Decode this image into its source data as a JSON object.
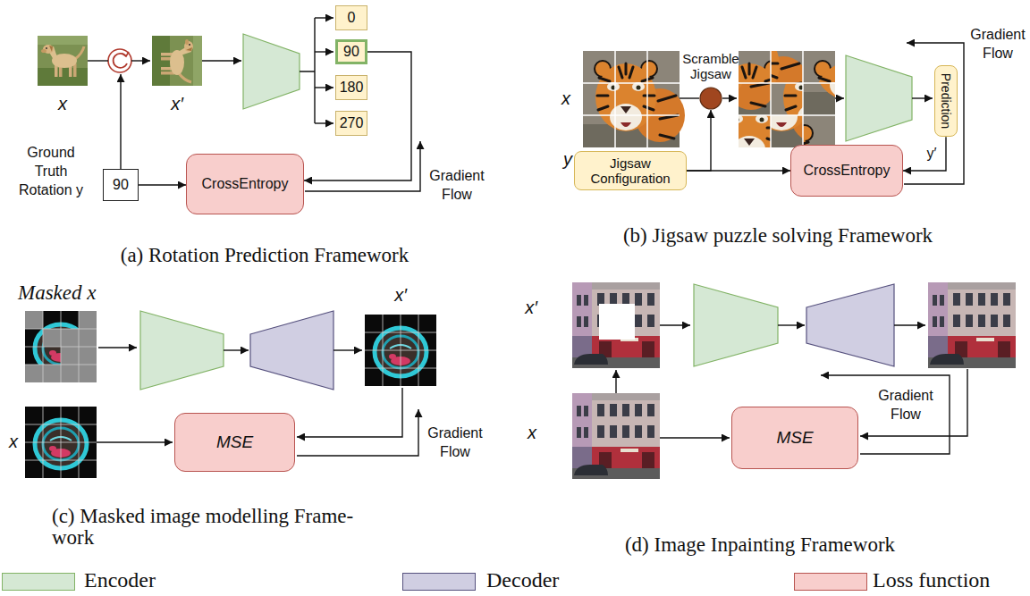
{
  "diagram": {
    "nodes": [
      {
        "text": [
          "0"
        ]
      },
      {
        "text": [
          "90"
        ]
      },
      {
        "text": [
          "180"
        ]
      },
      {
        "text": [
          "270"
        ]
      },
      {
        "text": [
          "90"
        ]
      },
      {
        "text": [
          "CrossEntropy"
        ]
      },
      {
        "text": [
          "Scramble Jigsaw"
        ]
      },
      {
        "text": [
          "Prediction"
        ]
      },
      {
        "text": [
          "Jigsaw Configuration"
        ]
      },
      {
        "text": [
          "CrossEntropy"
        ]
      },
      {
        "text": [
          "MSE"
        ]
      },
      {
        "text": [
          "MSE"
        ]
      }
    ],
    "edges": [
      {
        "from": 1,
        "to": 5,
        "arrow": "to"
      },
      {
        "from": 4,
        "to": 5,
        "arrow": "to"
      },
      {
        "from": 8,
        "to": 6,
        "arrow": "to"
      },
      {
        "from": 8,
        "to": 9,
        "arrow": "to"
      },
      {
        "from": 7,
        "to": 9,
        "label": "y′",
        "arrow": "to"
      }
    ],
    "labels": [
      "x",
      "x′",
      "Ground Truth Rotation y",
      "Gradient Flow",
      "(a) Rotation Prediction Framework",
      "x",
      "y",
      "Gradient Flow",
      "(b) Jigsaw puzzle solving Framework",
      "Masked x",
      "x′",
      "x",
      "Gradient Flow",
      "(c) Masked image modelling Frame- work",
      "x′",
      "x",
      "Gradient Flow",
      "(d) Image Inpainting Framework"
    ],
    "legend": [
      {
        "text": "Encoder",
        "color": "#d5e8d4"
      },
      {
        "text": "Decoder",
        "color": "#d0cee2"
      },
      {
        "text": "Loss function",
        "color": "#f8cecc"
      }
    ]
  }
}
